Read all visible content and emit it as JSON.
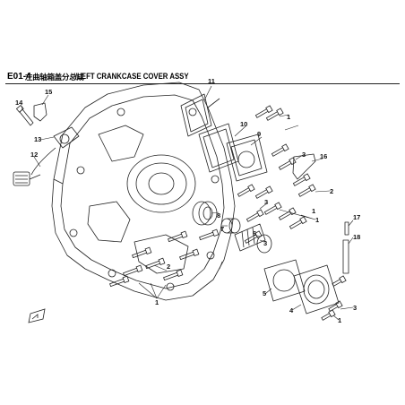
{
  "title": {
    "code": "E01-4",
    "chinese": "左曲轴箱盖分总成",
    "english": "/LEFT CRANKCASE COVER ASSY"
  },
  "callouts": [
    "11",
    "15",
    "14",
    "10",
    "9",
    "1",
    "3",
    "16",
    "13",
    "12",
    "2",
    "1",
    "3",
    "1",
    "8",
    "7",
    "6",
    "3",
    "17",
    "18",
    "2",
    "1",
    "5",
    "4",
    "3",
    "1"
  ],
  "colors": {
    "line": "#222222",
    "background": "#ffffff"
  },
  "icons": {
    "direction_marker": "arrow-marker-icon"
  }
}
